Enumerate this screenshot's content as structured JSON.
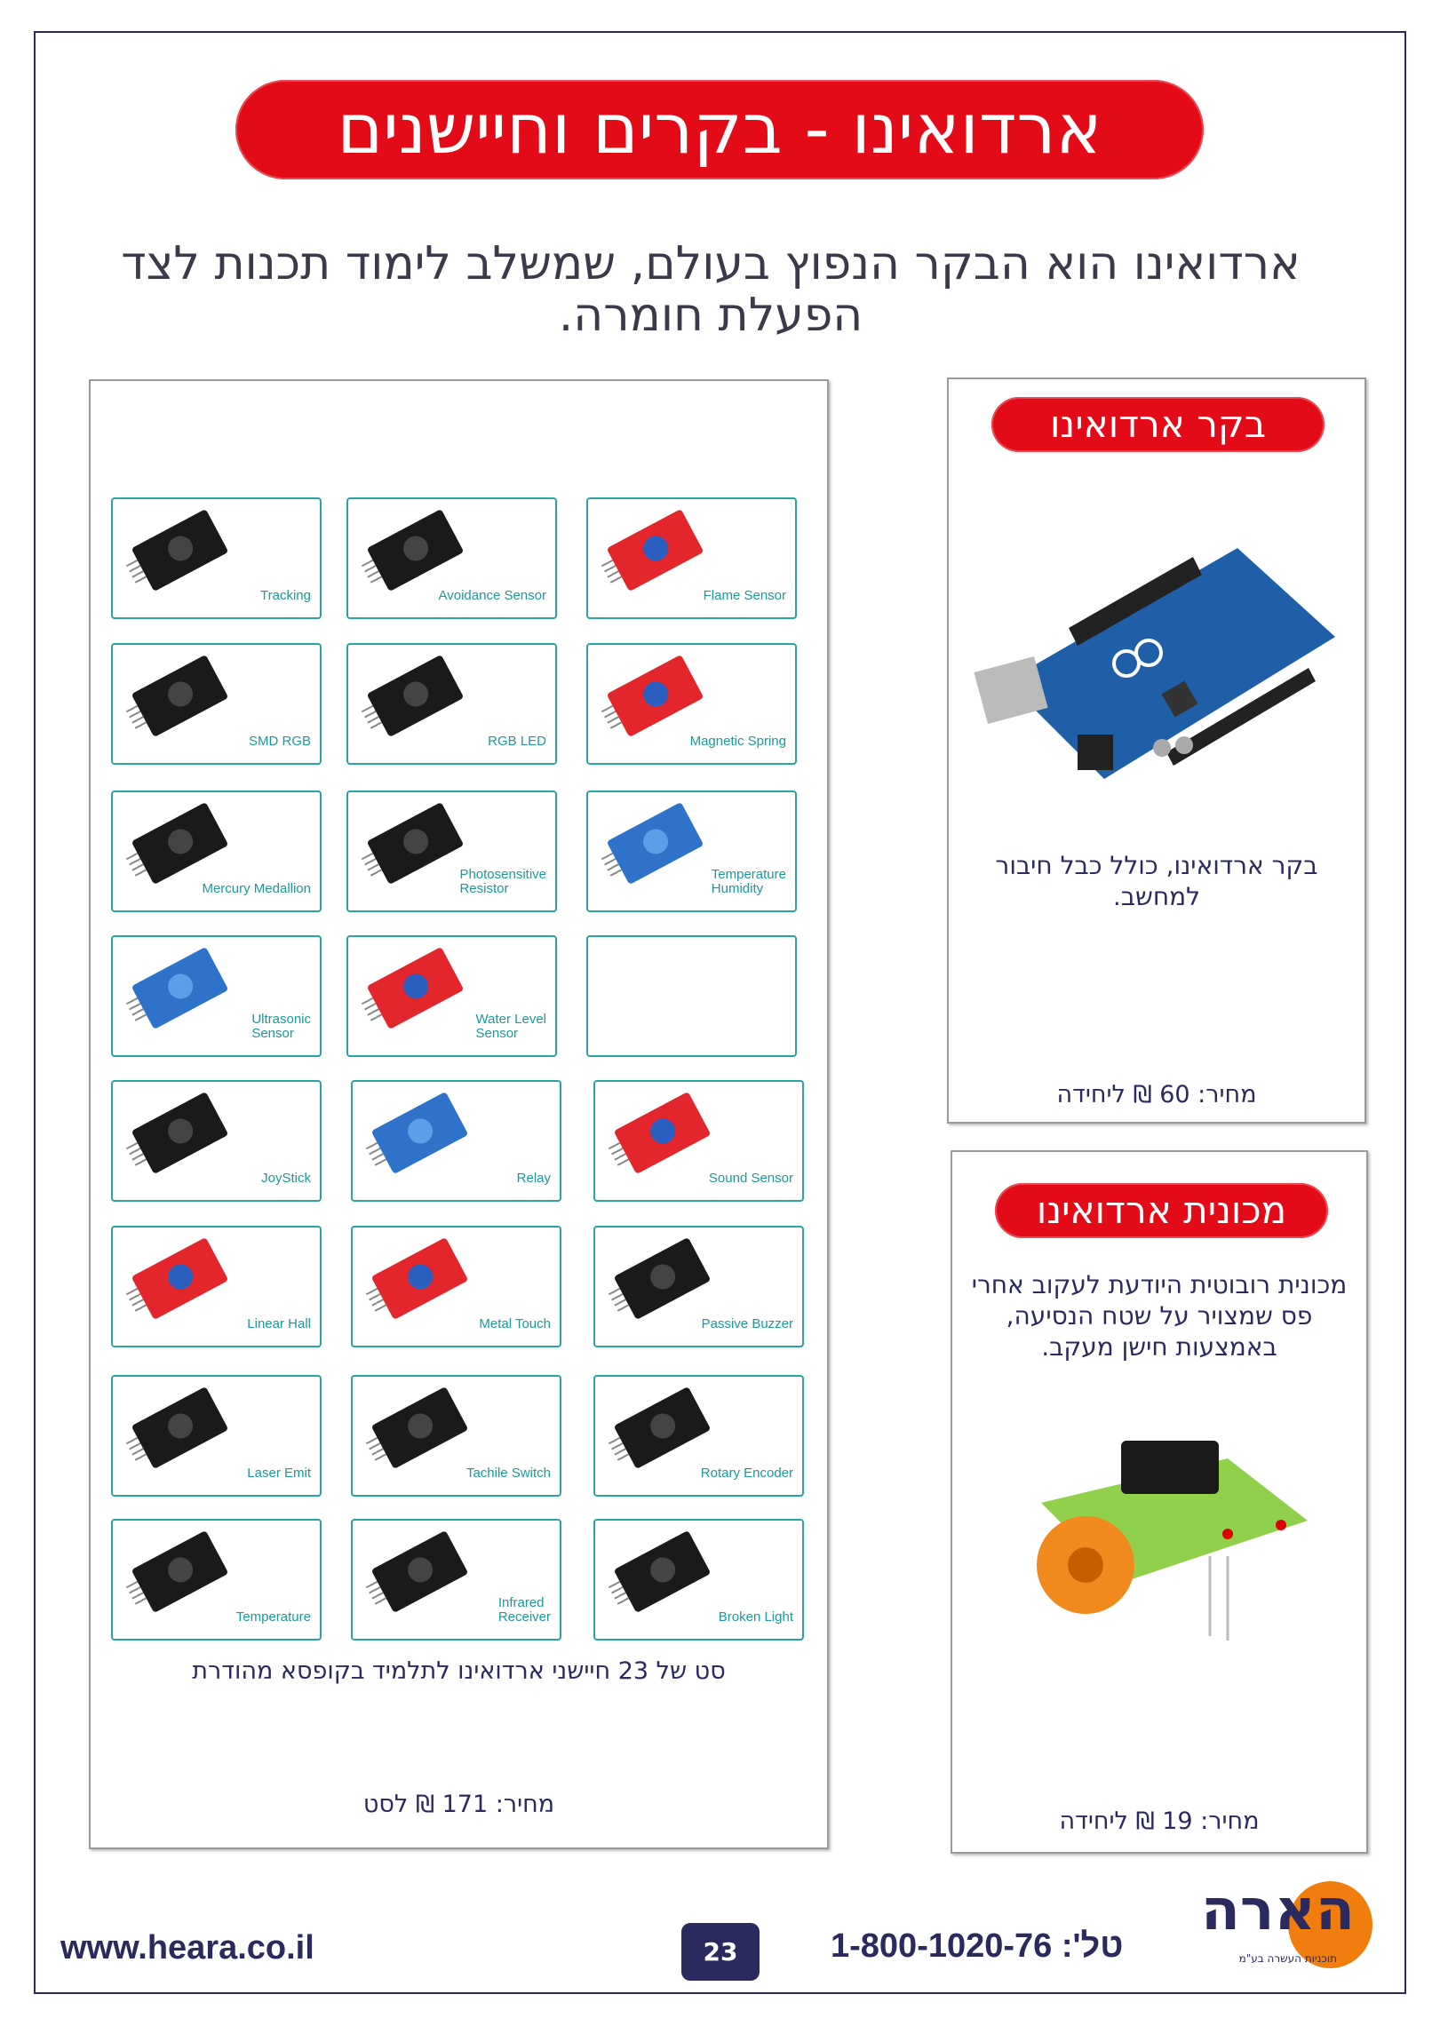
{
  "title": "ארדואינו - בקרים וחיישנים",
  "intro": "ארדואינו הוא הבקר הנפוץ בעולם, שמשלב לימוד תכנות לצד הפעלת חומרה.",
  "sensor_kit": {
    "modules": [
      {
        "label": "Tracking",
        "board": "black"
      },
      {
        "label": "Avoidance Sensor",
        "board": "black"
      },
      {
        "label": "Flame Sensor",
        "board": "red"
      },
      {
        "label": "SMD RGB",
        "board": "black"
      },
      {
        "label": "RGB LED",
        "board": "black"
      },
      {
        "label": "Magnetic Spring",
        "board": "red"
      },
      {
        "label": "Mercury Medallion",
        "board": "black"
      },
      {
        "label": "Photosensitive\nResistor",
        "board": "black"
      },
      {
        "label": "Temperature\nHumidity",
        "board": "blue"
      },
      {
        "label": "Ultrasonic\nSensor",
        "board": "blue"
      },
      {
        "label": "Water Level\nSensor",
        "board": "red"
      },
      {
        "label": "",
        "board": "none"
      },
      {
        "label": "JoyStick",
        "board": "black"
      },
      {
        "label": "Relay",
        "board": "blue"
      },
      {
        "label": "Sound Sensor",
        "board": "red"
      },
      {
        "label": "Linear Hall",
        "board": "red"
      },
      {
        "label": "Metal Touch",
        "board": "red"
      },
      {
        "label": "Passive Buzzer",
        "board": "black"
      },
      {
        "label": "Laser Emit",
        "board": "black"
      },
      {
        "label": "Tachile Switch",
        "board": "black"
      },
      {
        "label": "Rotary Encoder",
        "board": "black"
      },
      {
        "label": "Temperature",
        "board": "black"
      },
      {
        "label": "Infrared\nReceiver",
        "board": "black"
      },
      {
        "label": "Broken Light",
        "board": "black"
      }
    ],
    "caption": "סט  של 23 חיישני ארדואינו לתלמיד בקופסא מהודרת",
    "price": "מחיר: 171 ₪ לסט"
  },
  "arduino_card": {
    "title": "בקר ארדואינו",
    "description": "בקר ארדואינו, כולל כבל חיבור למחשב.",
    "price": "מחיר: 60 ₪ ליחידה"
  },
  "car_card": {
    "title": "מכונית ארדואינו",
    "description": "מכונית רובוטית היודעת לעקוב אחרי פס שמצויר על שטח הנסיעה, באמצעות חישן מעקב.",
    "price": "מחיר: 19 ₪ ליחידה"
  },
  "footer": {
    "url": "www.heara.co.il",
    "page": "23",
    "phone": "טל': 1-800-1020-76",
    "logo": "הארה",
    "logo_tagline": "תוכניות העשרה בע\"מ"
  },
  "colors": {
    "red": "#e30b17",
    "navy": "#2b2a5e",
    "teal": "#2aa3a3",
    "orange": "#f07d0e"
  }
}
